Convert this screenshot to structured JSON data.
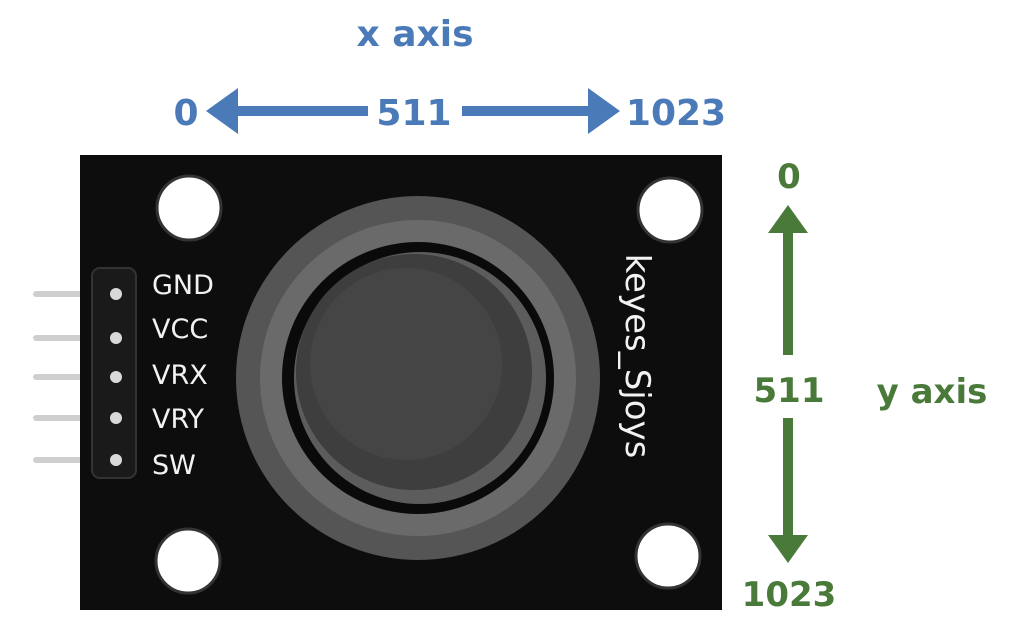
{
  "x_axis": {
    "title": "x axis",
    "min_label": "0",
    "mid_label": "511",
    "max_label": "1023",
    "color": "#4a7ab8"
  },
  "y_axis": {
    "title": "y axis",
    "min_label": "0",
    "mid_label": "511",
    "max_label": "1023",
    "color": "#4a7a3a"
  },
  "module": {
    "board_text": "keyes_Sjoys",
    "pins": [
      "GND",
      "VCC",
      "VRX",
      "VRY",
      "SW"
    ],
    "board_color": "#0d0d0d"
  }
}
